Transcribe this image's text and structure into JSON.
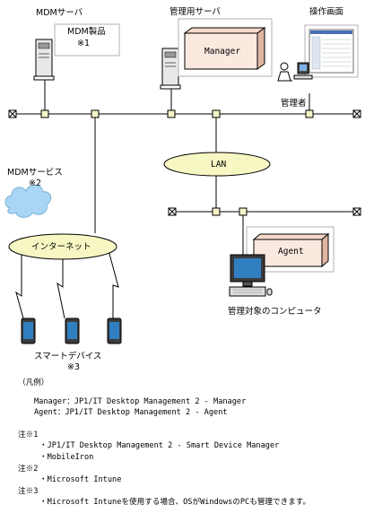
{
  "diagram": {
    "mdm_server_label": "MDMサーバ",
    "mdm_product_label": "MDM製品",
    "mdm_product_note": "※1",
    "mgmt_server_label": "管理用サーバ",
    "manager_label": "Manager",
    "operation_screen_label": "操作画面",
    "administrator_label": "管理者",
    "mdm_service_label": "MDMサービス",
    "mdm_service_note": "※2",
    "lan_label": "LAN",
    "internet_label": "インターネット",
    "agent_label": "Agent",
    "managed_computer_label": "管理対象のコンピュータ",
    "smart_devices_label": "スマートデバイス",
    "smart_devices_note": "※3"
  },
  "legend": {
    "title": "（凡例）",
    "manager_line": "Manager：JP1/IT Desktop Management 2 - Manager",
    "agent_line": "Agent：JP1/IT Desktop Management 2 - Agent",
    "note1_heading": "注※1",
    "note1_items": [
      "・JP1/IT Desktop Management 2 - Smart Device Manager",
      "・MobileIron"
    ],
    "note2_heading": "注※2",
    "note2_items": [
      "・Microsoft Intune"
    ],
    "note3_heading": "注※3",
    "note3_items": [
      "・Microsoft Intuneを使用する場合、OSがWindowsのPCも管理できます。"
    ]
  }
}
